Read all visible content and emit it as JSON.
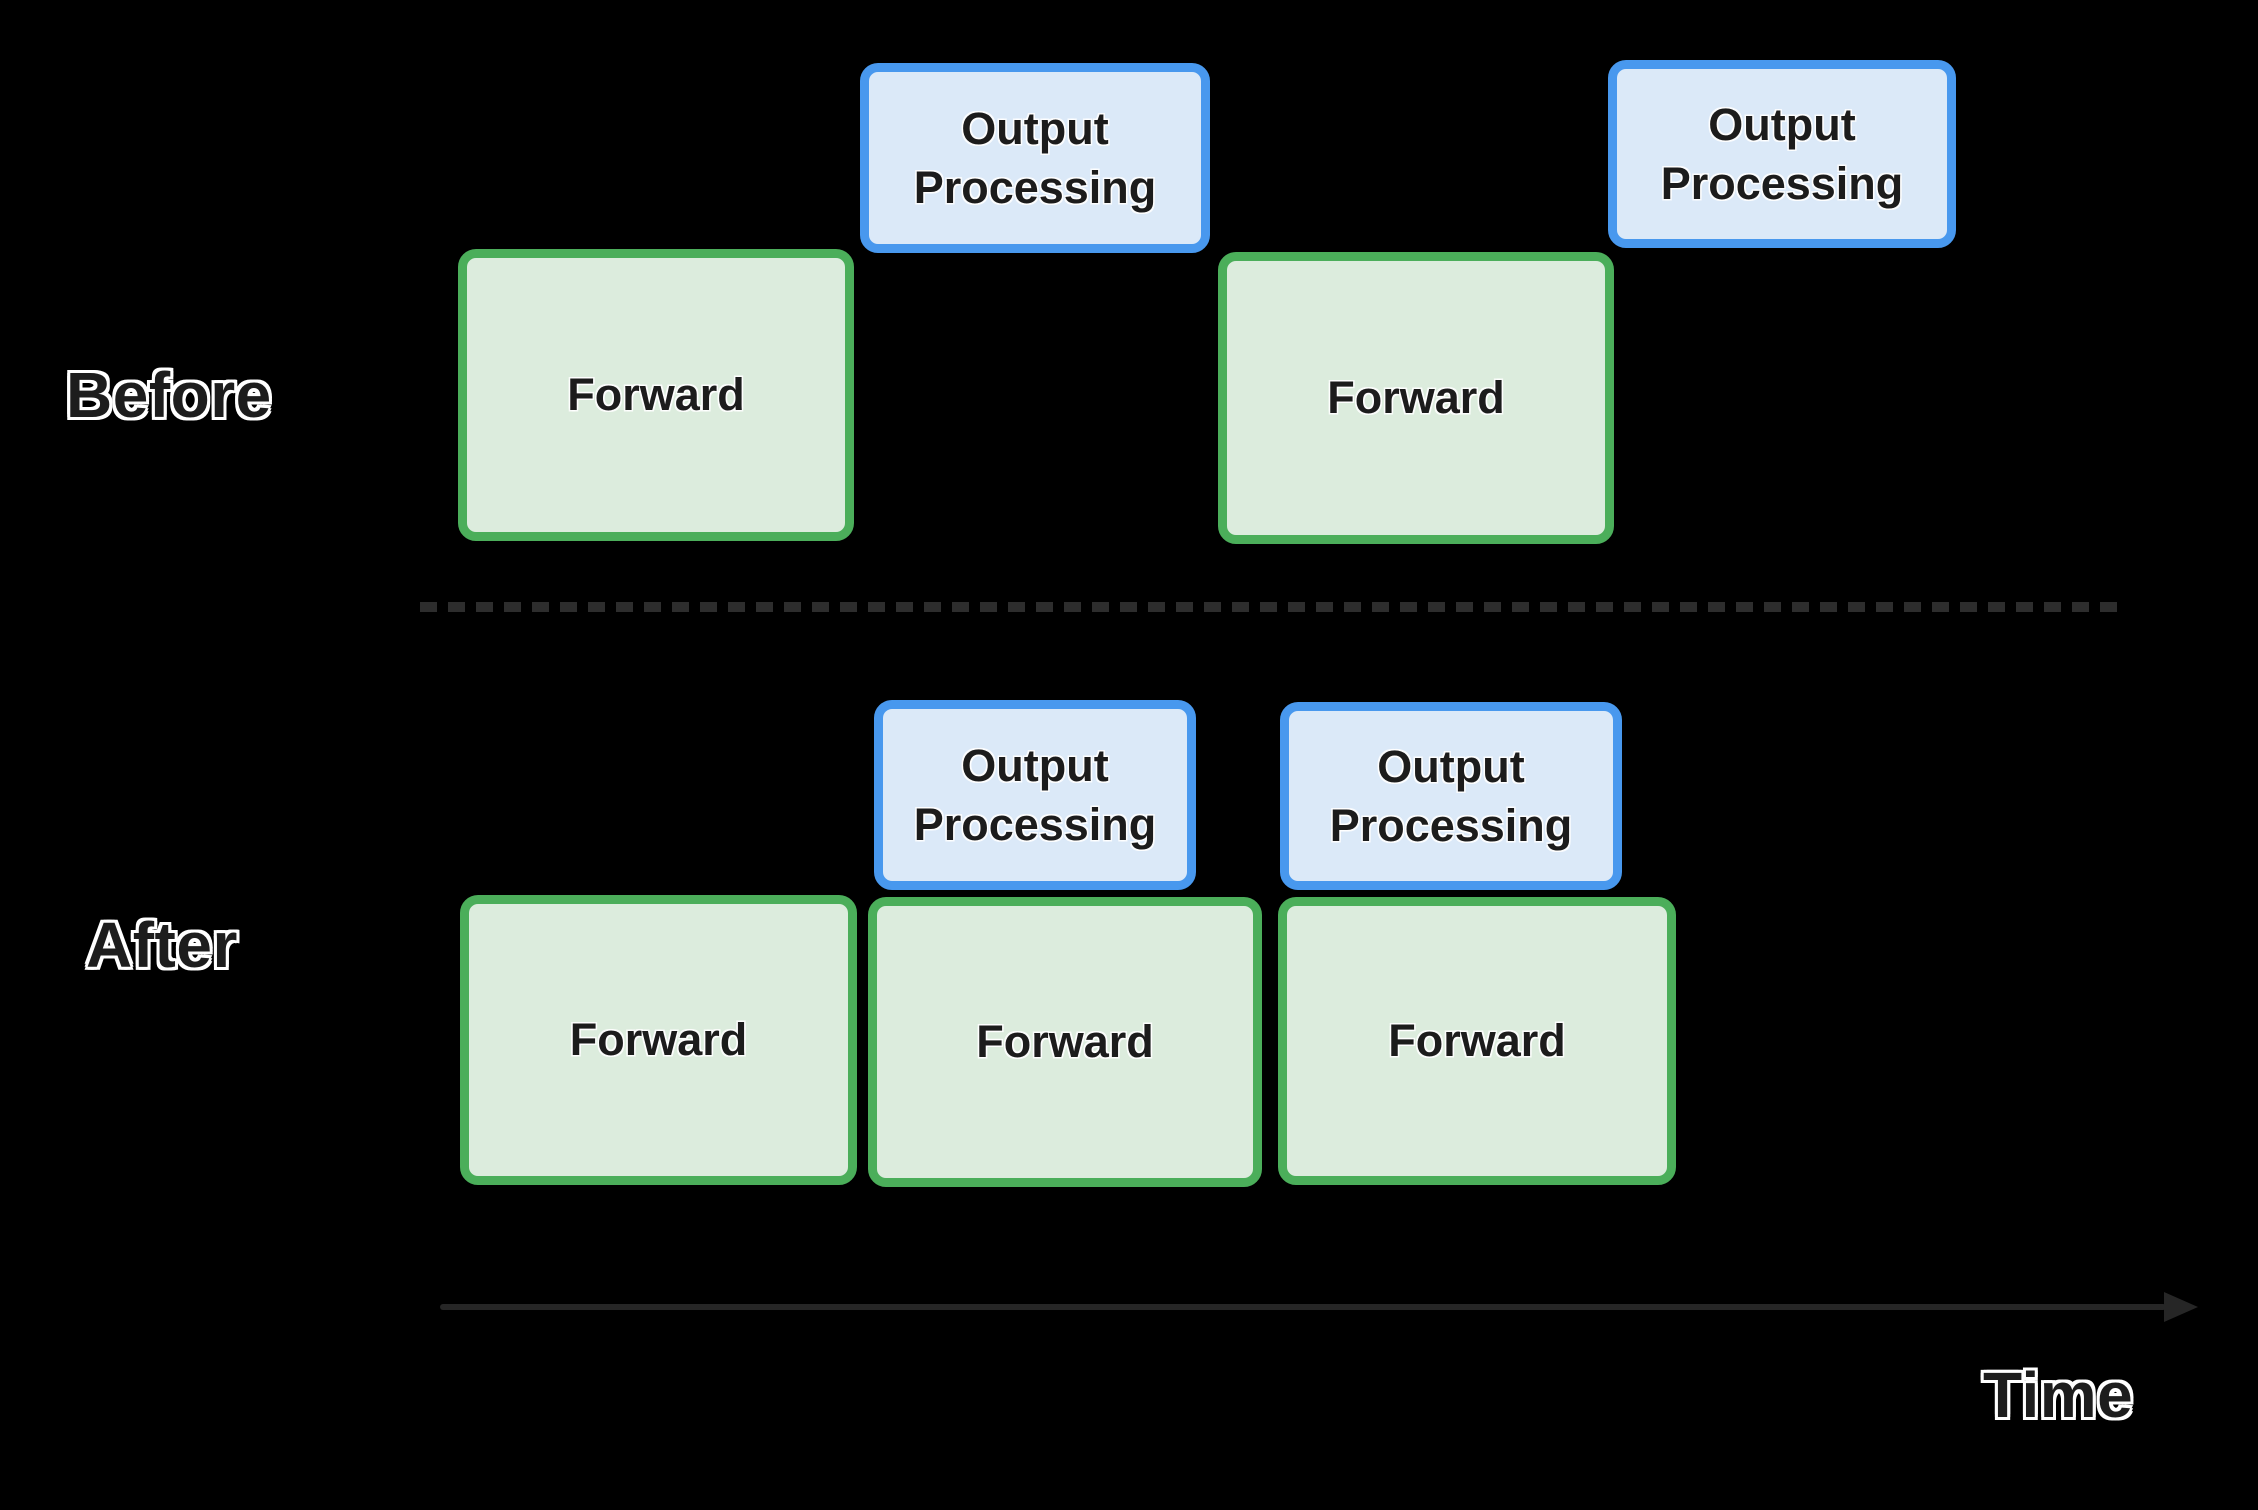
{
  "rows": {
    "before": {
      "label": "Before",
      "boxes": [
        {
          "type": "forward",
          "label": "Forward"
        },
        {
          "type": "output_processing",
          "label": "Output Processing"
        },
        {
          "type": "forward",
          "label": "Forward"
        },
        {
          "type": "output_processing",
          "label": "Output Processing"
        }
      ]
    },
    "after": {
      "label": "After",
      "boxes": [
        {
          "type": "forward",
          "label": "Forward"
        },
        {
          "type": "output_processing",
          "label": "Output Processing"
        },
        {
          "type": "forward",
          "label": "Forward"
        },
        {
          "type": "output_processing",
          "label": "Output Processing"
        },
        {
          "type": "forward",
          "label": "Forward"
        }
      ]
    }
  },
  "timeline": {
    "label": "Time"
  },
  "colors": {
    "background": "#000000",
    "forward-fill": "#dcecdd",
    "forward-border": "#4bae5a",
    "output-fill": "#dbe9f8",
    "output-border": "#4898ee",
    "divider": "#2d2d2d",
    "arrow": "#262626",
    "label-text": "#1d1d1d",
    "label-outline": "#ffffff",
    "box-text": "#1c1c1c"
  }
}
